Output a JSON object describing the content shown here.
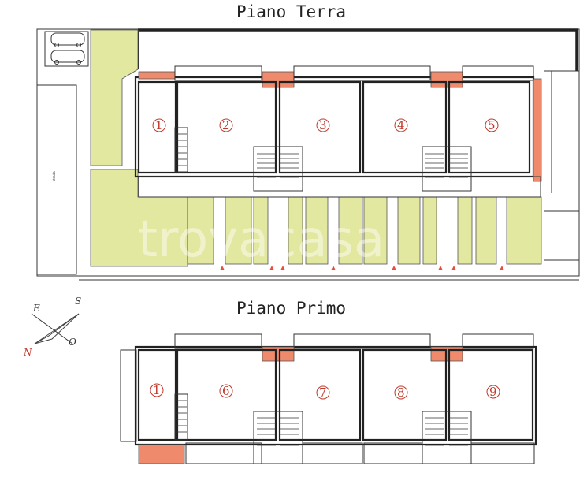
{
  "titles": {
    "ground_floor": "Piano Terra",
    "first_floor": "Piano Primo"
  },
  "ground_floor_units": [
    "1",
    "2",
    "3",
    "4",
    "5"
  ],
  "first_floor_units": [
    "1",
    "6",
    "7",
    "8",
    "9"
  ],
  "compass": {
    "e": "E",
    "s": "S",
    "n": "N",
    "o": "O"
  },
  "watermark": "trovacasa",
  "colors": {
    "garden": "#e3e8a0",
    "terrace": "#f08a6c",
    "unit_label": "#c0392b"
  }
}
